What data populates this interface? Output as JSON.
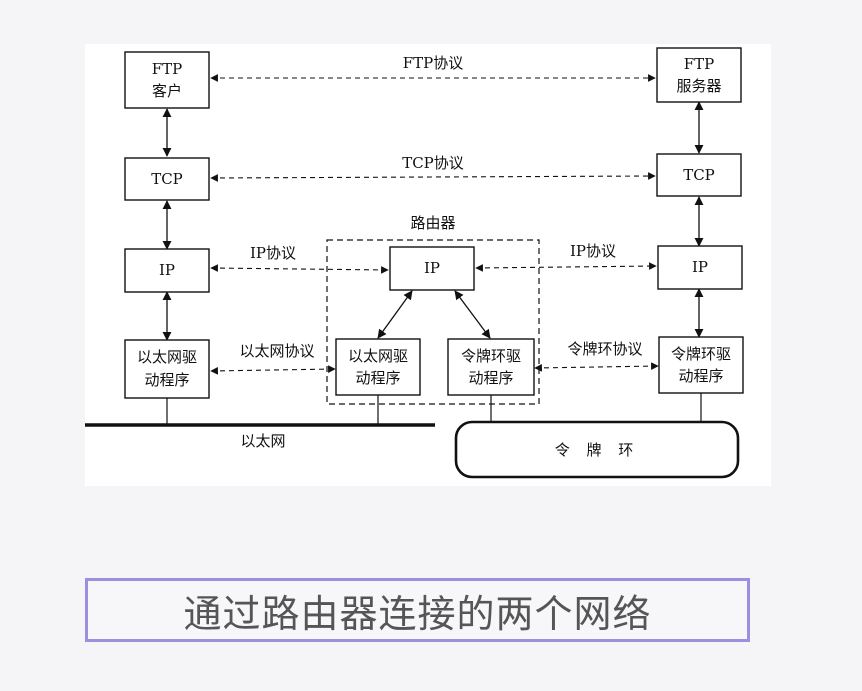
{
  "boxes": {
    "ftp_client": [
      "FTP",
      "客户"
    ],
    "ftp_server": [
      "FTP",
      "服务器"
    ],
    "tcp_left": [
      "TCP"
    ],
    "tcp_right": [
      "TCP"
    ],
    "ip_left": [
      "IP"
    ],
    "ip_router": [
      "IP"
    ],
    "ip_right": [
      "IP"
    ],
    "eth_driver_left": [
      "以太网驱",
      "动程序"
    ],
    "eth_driver_router": [
      "以太网驱",
      "动程序"
    ],
    "token_driver_router": [
      "令牌环驱",
      "动程序"
    ],
    "token_driver_right": [
      "令牌环驱",
      "动程序"
    ]
  },
  "protocols": {
    "ftp": "FTP协议",
    "tcp": "TCP协议",
    "ip_left": "IP协议",
    "ip_right": "IP协议",
    "ethernet": "以太网协议",
    "token_ring": "令牌环协议"
  },
  "router_label": "路由器",
  "networks": {
    "ethernet": "以太网",
    "token_ring": "令 牌 环"
  },
  "caption": "通过路由器连接的两个网络"
}
